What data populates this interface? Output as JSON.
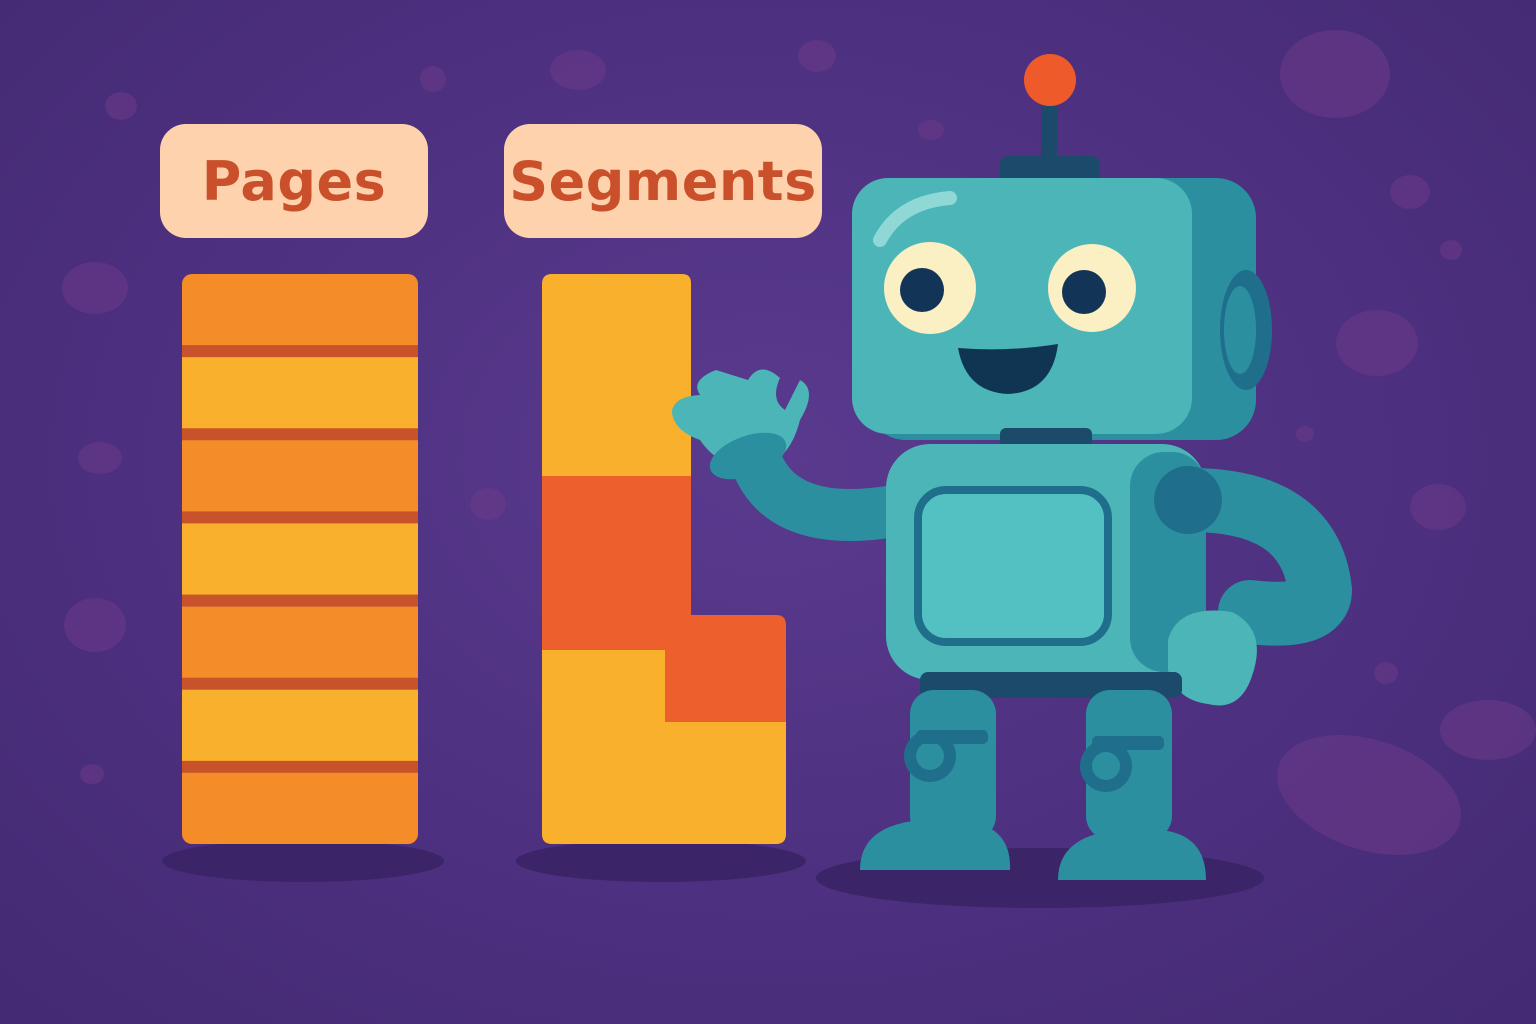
{
  "labels": {
    "pages": "Pages",
    "segments": "Segments"
  },
  "colors": {
    "background": "#4f3280",
    "pill": "#fdd2ad",
    "pill_text": "#c9502a",
    "orange": "#f48c28",
    "yellow": "#f9b12d",
    "red_orange": "#ee5f2e",
    "divider": "#c8522a",
    "robot_body": "#4bb5b8",
    "robot_dark": "#1f6f8c",
    "robot_outline": "#1b4a6b",
    "antenna_ball": "#ef5a2a"
  },
  "pages_stack": {
    "stripe_colors": [
      "orange",
      "yellow",
      "orange",
      "yellow",
      "orange",
      "yellow",
      "orange"
    ]
  },
  "segments_stack": {
    "segment_colors": [
      "yellow",
      "red_orange",
      "yellow"
    ]
  },
  "icons": [
    "robot-icon"
  ]
}
